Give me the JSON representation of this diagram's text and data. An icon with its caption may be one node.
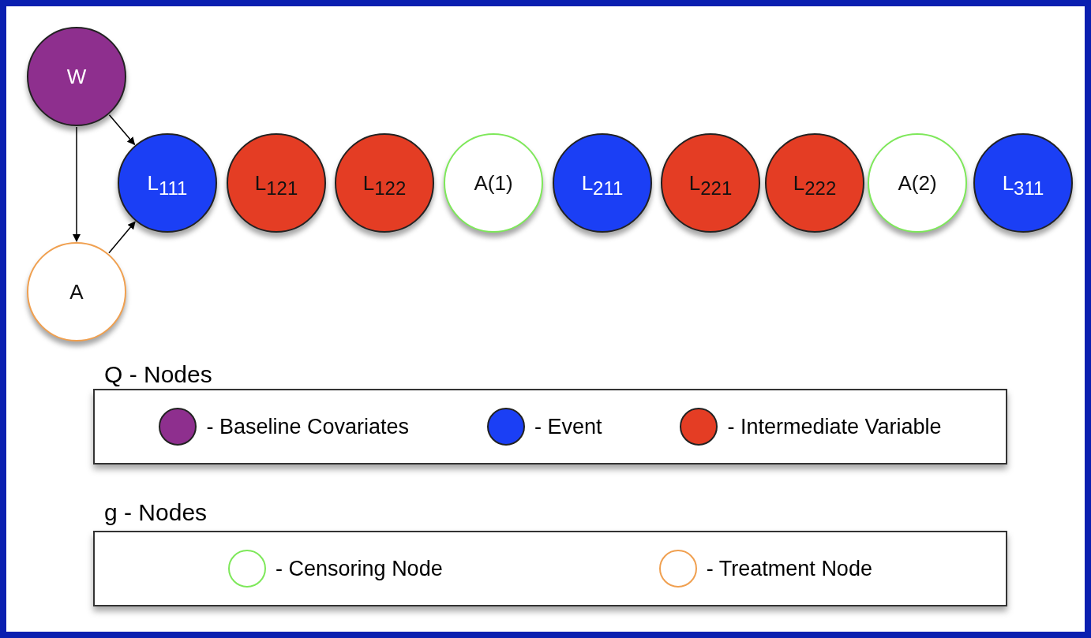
{
  "diagram": {
    "nodes": [
      {
        "text": [
          "W"
        ]
      },
      {
        "text": [
          "A"
        ]
      },
      {
        "text": [
          "L$_{111}$"
        ]
      },
      {
        "text": [
          "L$_{121}$"
        ]
      },
      {
        "text": [
          "L$_{122}$"
        ]
      },
      {
        "text": [
          "A(1)"
        ]
      },
      {
        "text": [
          "L$_{211}$"
        ]
      },
      {
        "text": [
          "L$_{221}$"
        ]
      },
      {
        "text": [
          "L$_{222}$"
        ]
      },
      {
        "text": [
          "A(2)"
        ]
      },
      {
        "text": [
          "L$_{311}$"
        ]
      }
    ],
    "edges": [
      {
        "from": 0,
        "to": 2,
        "arrow": "to"
      },
      {
        "from": 0,
        "to": 1,
        "arrow": "to"
      },
      {
        "from": 1,
        "to": 2,
        "arrow": "to"
      }
    ],
    "labels": [
      "Q - Nodes",
      "g - Nodes"
    ],
    "legend": [
      {
        "text": "- Baseline Covariates",
        "color": "#8e2f8e"
      },
      {
        "text": "- Event",
        "color": "#1b3ff5"
      },
      {
        "text": "- Intermediate Variable",
        "color": "#e43d24"
      },
      {
        "text": "- Censoring Node"
      },
      {
        "text": "- Treatment Node"
      }
    ]
  }
}
